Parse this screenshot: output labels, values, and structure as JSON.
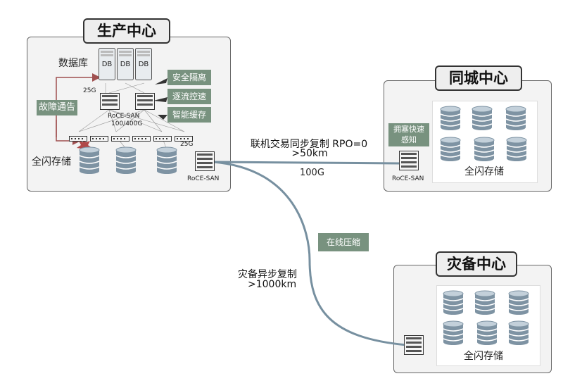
{
  "production": {
    "title": "生产中心",
    "database_label": "数据库",
    "db_labels": [
      "DB",
      "DB",
      "DB"
    ],
    "link_25g_top": "25G",
    "link_25g_bottom": "25G",
    "roce_san_core": "RoCE-SAN",
    "speed": "100/400G",
    "fault_notice": "故障通告",
    "features": [
      "安全隔离",
      "逐流控速",
      "智能缓存"
    ],
    "storage_label": "全闪存储",
    "roce_san_edge": "RoCE-SAN"
  },
  "same_city": {
    "title": "同城中心",
    "congestion_label": "拥塞快速\n感知",
    "roce_san": "RoCE-SAN",
    "storage_label": "全闪存储"
  },
  "disaster": {
    "title": "灾备中心",
    "storage_label": "全闪存储"
  },
  "links": {
    "sync_line1": "联机交易同步复制 RPO=0",
    "sync_line2": ">50km",
    "sync_bandwidth": "100G",
    "compression": "在线压缩",
    "async_line1": "灾备异步复制",
    "async_line2": ">1000km"
  },
  "colors": {
    "green_box": "#78927f",
    "line": "#7790a0",
    "arrow": "#a05050",
    "storage": "#7e93a3"
  }
}
